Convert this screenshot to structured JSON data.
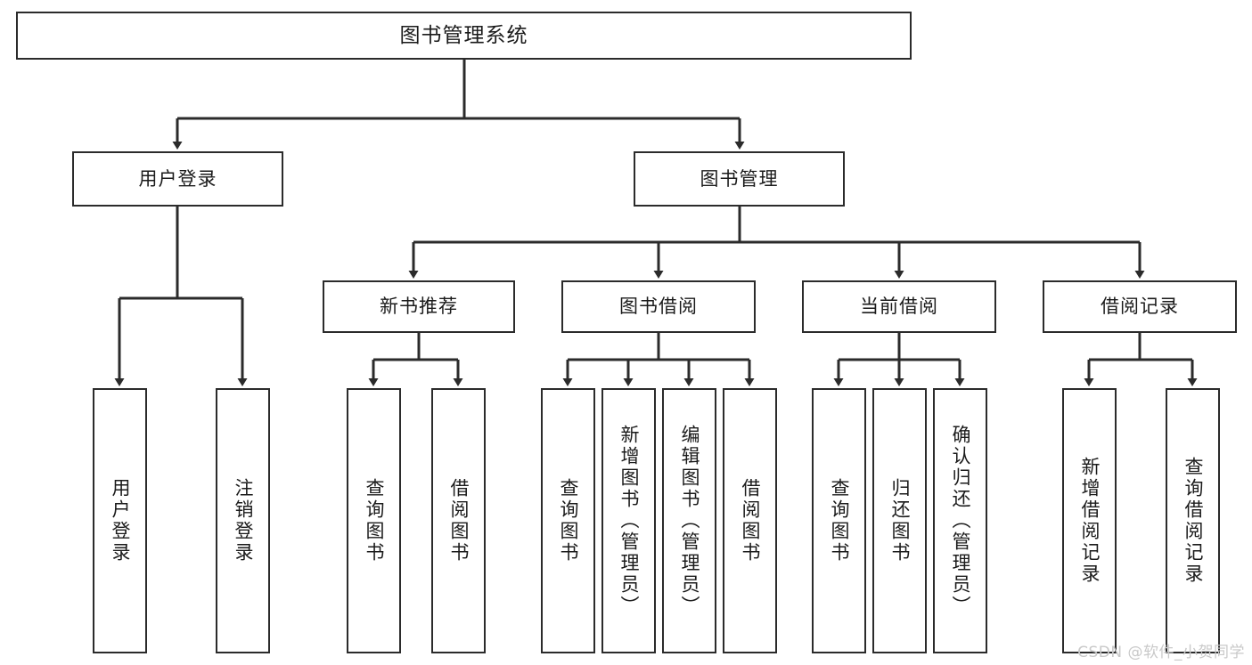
{
  "diagram": {
    "title_node": {
      "label": "图书管理系统"
    },
    "level2": [
      {
        "id": "user-login",
        "label": "用户登录"
      },
      {
        "id": "book-manage",
        "label": "图书管理"
      }
    ],
    "level3": [
      {
        "id": "new-book-recommend",
        "label": "新书推荐"
      },
      {
        "id": "book-borrow",
        "label": "图书借阅"
      },
      {
        "id": "current-borrow",
        "label": "当前借阅"
      },
      {
        "id": "borrow-record",
        "label": "借阅记录"
      }
    ],
    "leaves": [
      {
        "id": "leaf-user-login",
        "label": "用户登录",
        "parent": "user-login"
      },
      {
        "id": "leaf-logout-login",
        "label": "注销登录",
        "parent": "user-login"
      },
      {
        "id": "leaf-query-book-1",
        "label": "查询图书",
        "parent": "new-book-recommend"
      },
      {
        "id": "leaf-borrow-book-1",
        "label": "借阅图书",
        "parent": "new-book-recommend"
      },
      {
        "id": "leaf-query-book-2",
        "label": "查询图书",
        "parent": "book-borrow"
      },
      {
        "id": "leaf-add-book",
        "label": "新增图书（管理员）",
        "parent": "book-borrow"
      },
      {
        "id": "leaf-edit-book",
        "label": "编辑图书（管理员）",
        "parent": "book-borrow"
      },
      {
        "id": "leaf-borrow-book-2",
        "label": "借阅图书",
        "parent": "book-borrow"
      },
      {
        "id": "leaf-query-book-3",
        "label": "查询图书",
        "parent": "current-borrow"
      },
      {
        "id": "leaf-return-book",
        "label": "归还图书",
        "parent": "current-borrow"
      },
      {
        "id": "leaf-confirm-return",
        "label": "确认归还（管理员）",
        "parent": "current-borrow"
      },
      {
        "id": "leaf-add-record",
        "label": "新增借阅记录",
        "parent": "borrow-record"
      },
      {
        "id": "leaf-query-record",
        "label": "查询借阅记录",
        "parent": "borrow-record"
      }
    ],
    "colors": {
      "stroke": "#2b2b2b",
      "box_fill": "#ffffff",
      "text": "#1b1b1b",
      "watermark": "#c9c9c9"
    }
  },
  "watermark": {
    "text": "CSDN @软件_小贺同学"
  }
}
